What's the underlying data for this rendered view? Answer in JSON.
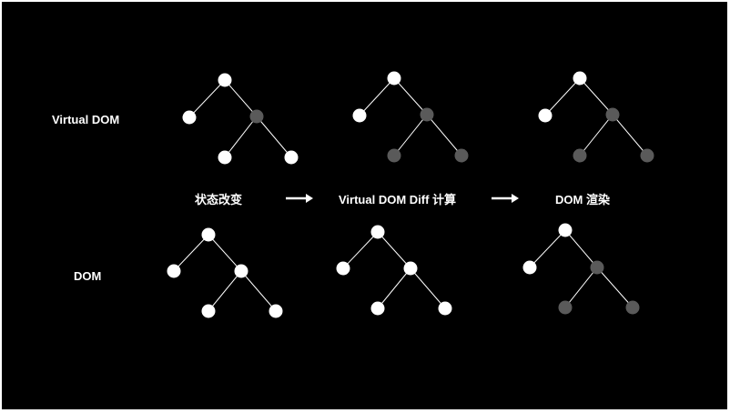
{
  "colors": {
    "background": "#000000",
    "node_default": "#ffffff",
    "node_changed": "#5a5a5a",
    "edge": "#ffffff",
    "text": "#ffffff"
  },
  "labels": {
    "row_virtual_dom": "Virtual DOM",
    "row_dom": "DOM",
    "step_state_change": "状态改变",
    "step_diff": "Virtual DOM Diff 计算",
    "step_render": "DOM 渲染"
  },
  "arrows": [
    {
      "name": "arrow-state-to-diff",
      "from": "step_state_change",
      "to": "step_diff"
    },
    {
      "name": "arrow-diff-to-render",
      "from": "step_diff",
      "to": "step_render"
    }
  ],
  "trees": [
    {
      "name": "tree-vdom-state",
      "row": "virtual_dom",
      "stage": "state_change",
      "node_states": {
        "root": "default",
        "left": "default",
        "mid": "changed",
        "leaf_l": "default",
        "leaf_r": "default"
      }
    },
    {
      "name": "tree-vdom-diff",
      "row": "virtual_dom",
      "stage": "diff",
      "node_states": {
        "root": "default",
        "left": "default",
        "mid": "changed",
        "leaf_l": "changed",
        "leaf_r": "changed"
      }
    },
    {
      "name": "tree-vdom-render",
      "row": "virtual_dom",
      "stage": "render",
      "node_states": {
        "root": "default",
        "left": "default",
        "mid": "changed",
        "leaf_l": "changed",
        "leaf_r": "changed"
      }
    },
    {
      "name": "tree-dom-state",
      "row": "dom",
      "stage": "state_change",
      "node_states": {
        "root": "default",
        "left": "default",
        "mid": "default",
        "leaf_l": "default",
        "leaf_r": "default"
      }
    },
    {
      "name": "tree-dom-diff",
      "row": "dom",
      "stage": "diff",
      "node_states": {
        "root": "default",
        "left": "default",
        "mid": "default",
        "leaf_l": "default",
        "leaf_r": "default"
      }
    },
    {
      "name": "tree-dom-render",
      "row": "dom",
      "stage": "render",
      "node_states": {
        "root": "default",
        "left": "default",
        "mid": "changed",
        "leaf_l": "changed",
        "leaf_r": "changed"
      }
    }
  ]
}
